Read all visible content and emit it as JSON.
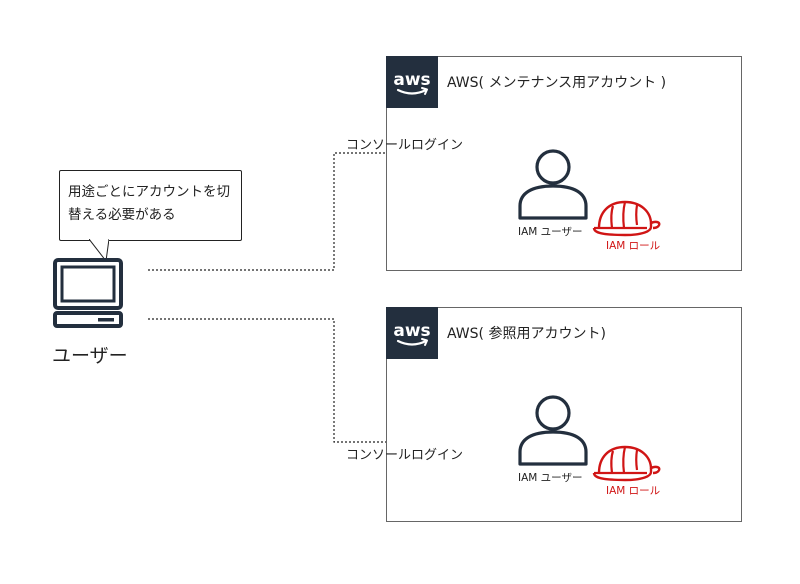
{
  "bubble": {
    "text": "用途ごとにアカウントを切替える必要がある"
  },
  "user": {
    "label": "ユーザー"
  },
  "accounts": [
    {
      "logo_text": "aws",
      "title": "AWS( メンテナンス用アカウント )",
      "console_label": "コンソールログイン",
      "iam_user_label": "IAM ユーザー",
      "iam_role_label": "IAM ロール"
    },
    {
      "logo_text": "aws",
      "title": "AWS( 参照用アカウント)",
      "console_label": "コンソールログイン",
      "iam_user_label": "IAM ユーザー",
      "iam_role_label": "IAM ロール"
    }
  ],
  "colors": {
    "aws_logo_bg": "#232f3e",
    "aws_logo_smile": "#ff9900",
    "iam_user_icon": "#232f3e",
    "iam_role_icon": "#d01515",
    "text": "#222222"
  },
  "icons": {
    "user_device": "desktop-computer-icon",
    "iam_user": "iam-user-icon",
    "iam_role": "hard-hat-icon",
    "aws_logo": "aws-logo"
  }
}
